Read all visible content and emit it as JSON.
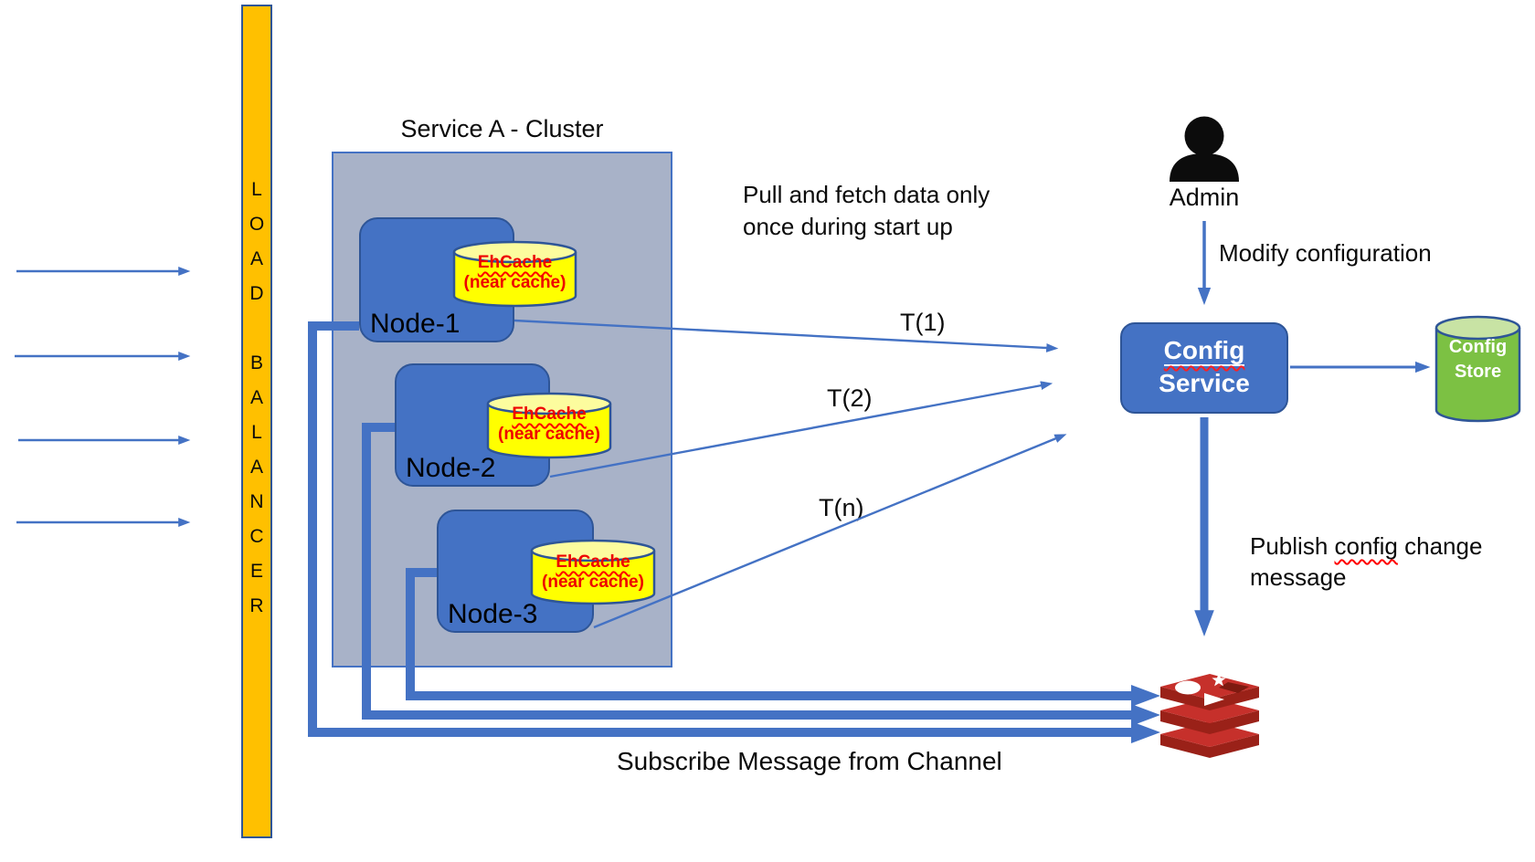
{
  "load_balancer": {
    "letters": "L\nO\nA\nD\n\nB\nA\nL\nA\nN\nC\nE\nR"
  },
  "cluster": {
    "title": "Service A - Cluster",
    "nodes": [
      {
        "label": "Node-1",
        "cache_line1": "EhCache",
        "cache_line2": "(near cache)"
      },
      {
        "label": "Node-2",
        "cache_line1": "EhCache",
        "cache_line2": "(near cache)"
      },
      {
        "label": "Node-3",
        "cache_line1": "EhCache",
        "cache_line2": "(near cache)"
      }
    ]
  },
  "admin": {
    "label": "Admin"
  },
  "config_service": {
    "line1": "Config",
    "line2": "Service"
  },
  "config_store": {
    "line1": "Config",
    "line2": "Store"
  },
  "labels": {
    "pull_fetch": "Pull and fetch data only\nonce during start up",
    "modify": "Modify configuration",
    "publish_pre": "Publish ",
    "publish_squiggle": "config",
    "publish_post": " change",
    "publish_line2": "message",
    "subscribe": "Subscribe Message from Channel",
    "t1": "T(1)",
    "t2": "T(2)",
    "tn": "T(n)"
  },
  "colors": {
    "accent_blue": "#4472C4",
    "dark_blue_border": "#2E5597",
    "cluster_fill": "#A8B2C8",
    "load_balancer_fill": "#FFC000",
    "cache_yellow": "#FFFF00",
    "cache_text_red": "#EE0000",
    "store_green": "#7CC143",
    "redis_red": "#C6302B"
  }
}
